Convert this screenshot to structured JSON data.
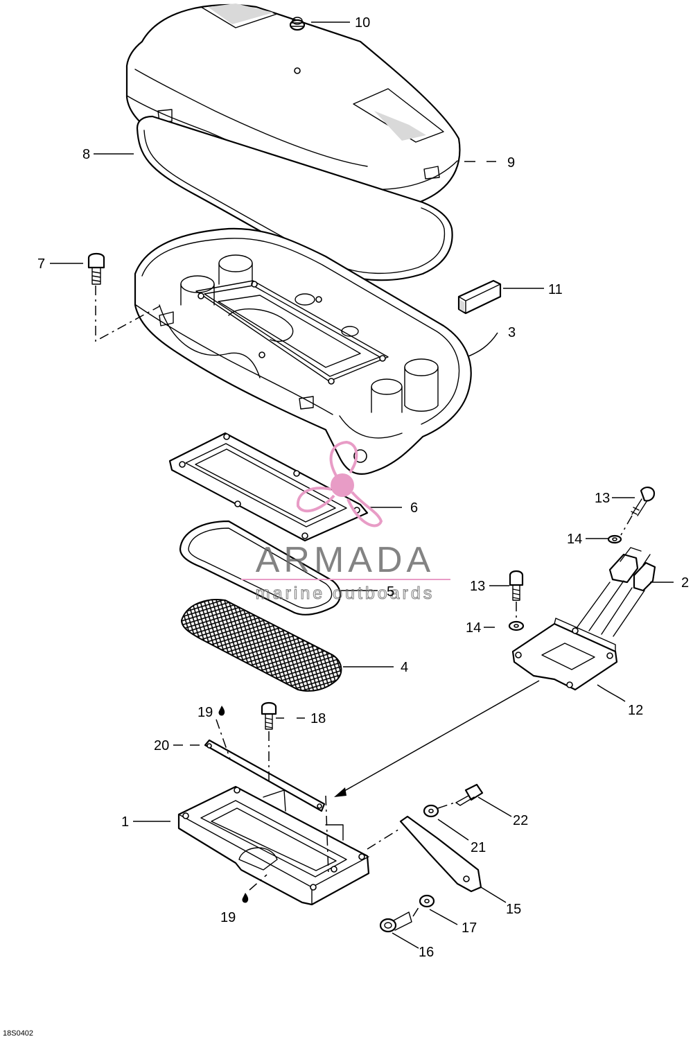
{
  "diagram": {
    "reference_code": "18S0402",
    "callouts": [
      "10",
      "9",
      "8",
      "7",
      "11",
      "3",
      "6",
      "13",
      "14",
      "5",
      "2",
      "13",
      "14",
      "4",
      "12",
      "19",
      "18",
      "20",
      "22",
      "1",
      "21",
      "15",
      "19",
      "17",
      "16"
    ]
  },
  "watermark": {
    "brand": "ARMADA",
    "tagline": "marine outboards",
    "accent_color": "#e89cc6",
    "text_color": "#6e6e6e"
  }
}
